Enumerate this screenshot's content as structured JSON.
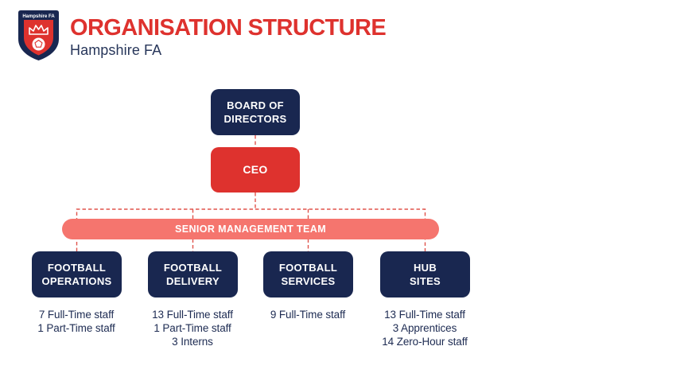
{
  "colors": {
    "brand_red": "#de322e",
    "brand_navy": "#192750",
    "salmon_bar": "#f5756e",
    "connector_dash": "#e0544c",
    "background": "#ffffff"
  },
  "header": {
    "logo_text": "Hampshire FA",
    "title": "ORGANISATION STRUCTURE",
    "subtitle": "Hampshire FA"
  },
  "org_chart": {
    "board": {
      "lines": [
        "BOARD OF",
        "DIRECTORS"
      ]
    },
    "ceo": {
      "label": "CEO"
    },
    "senior_management": {
      "label": "SENIOR MANAGEMENT TEAM"
    },
    "departments": [
      {
        "lines": [
          "FOOTBALL",
          "OPERATIONS"
        ],
        "staff": [
          "7 Full-Time staff",
          "1 Part-Time staff"
        ]
      },
      {
        "lines": [
          "FOOTBALL",
          "DELIVERY"
        ],
        "staff": [
          "13 Full-Time staff",
          "1 Part-Time staff",
          "3 Interns"
        ]
      },
      {
        "lines": [
          "FOOTBALL",
          "SERVICES"
        ],
        "staff": [
          "9 Full-Time staff"
        ]
      },
      {
        "lines": [
          "HUB",
          "SITES"
        ],
        "staff": [
          "13 Full-Time staff",
          "3 Apprentices",
          "14 Zero-Hour staff"
        ]
      }
    ]
  }
}
